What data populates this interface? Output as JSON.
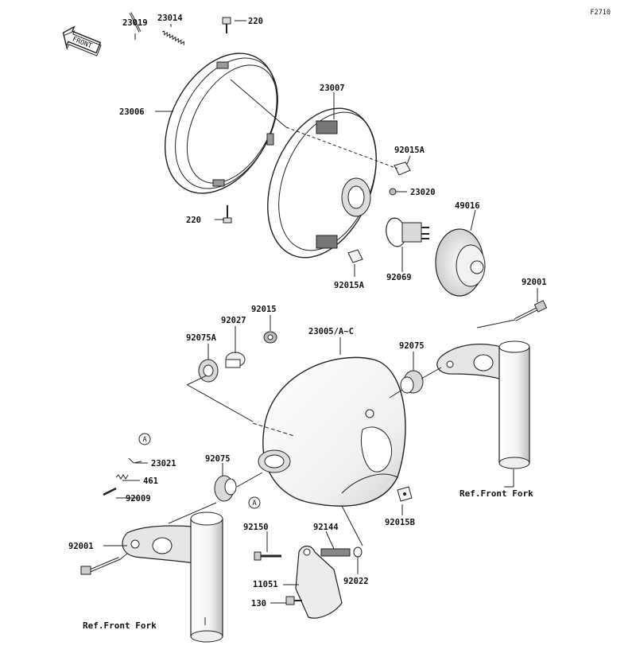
{
  "figure_code": "F2710",
  "front_tag": "FRONT",
  "circle_marker": "A",
  "parts": {
    "p23019": "23019",
    "p23014": "23014",
    "p220_top": "220",
    "p23006": "23006",
    "p220_bottom": "220",
    "p23007": "23007",
    "p92015A_top": "92015A",
    "p23020": "23020",
    "p49016": "49016",
    "p92015A_bottom": "92015A",
    "p92069": "92069",
    "p92001_right": "92001",
    "p92015": "92015",
    "p92027": "92027",
    "p92075A": "92075A",
    "p23005": "23005/A~C",
    "p92075_right": "92075",
    "p23021": "23021",
    "p461": "461",
    "p92009": "92009",
    "p92075_left": "92075",
    "p92015B": "92015B",
    "p92001_left": "92001",
    "p92150": "92150",
    "p92144": "92144",
    "p92022": "92022",
    "p11051": "11051",
    "p130": "130"
  },
  "references": {
    "right_fork": "Ref.Front Fork",
    "left_fork": "Ref.Front Fork"
  },
  "colors": {
    "line": "#222222",
    "fill_light": "#f2f2f2",
    "fill_mid": "#d9d9d9",
    "fill_dark": "#9a9a9a"
  }
}
